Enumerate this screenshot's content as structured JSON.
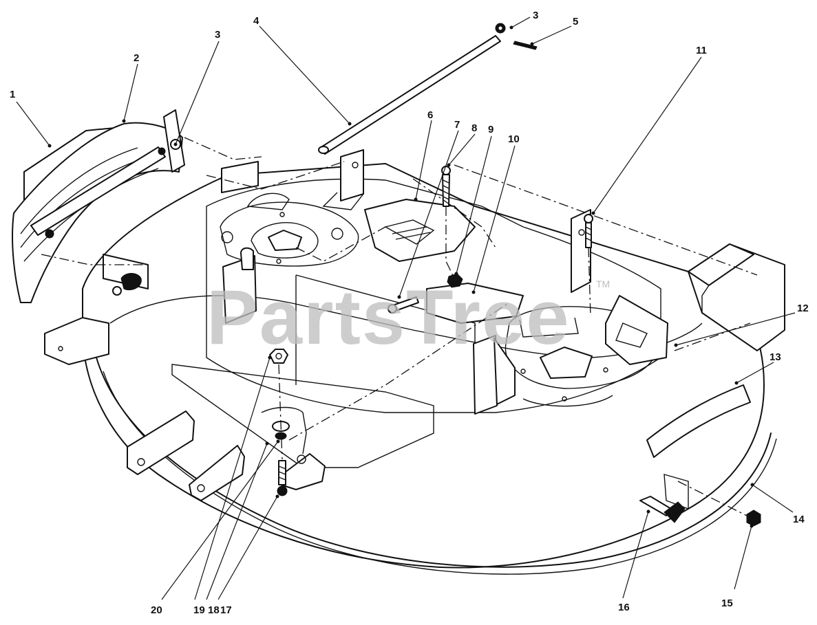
{
  "watermark": {
    "text": "PartsTree",
    "trademark": "TM"
  },
  "callouts": [
    {
      "num": "1"
    },
    {
      "num": "2"
    },
    {
      "num": "3"
    },
    {
      "num": "4"
    },
    {
      "num": "3"
    },
    {
      "num": "5"
    },
    {
      "num": "6"
    },
    {
      "num": "7"
    },
    {
      "num": "8"
    },
    {
      "num": "9"
    },
    {
      "num": "10"
    },
    {
      "num": "11"
    },
    {
      "num": "12"
    },
    {
      "num": "13"
    },
    {
      "num": "14"
    },
    {
      "num": "15"
    },
    {
      "num": "16"
    },
    {
      "num": "17"
    },
    {
      "num": "18"
    },
    {
      "num": "19"
    },
    {
      "num": "20"
    }
  ]
}
